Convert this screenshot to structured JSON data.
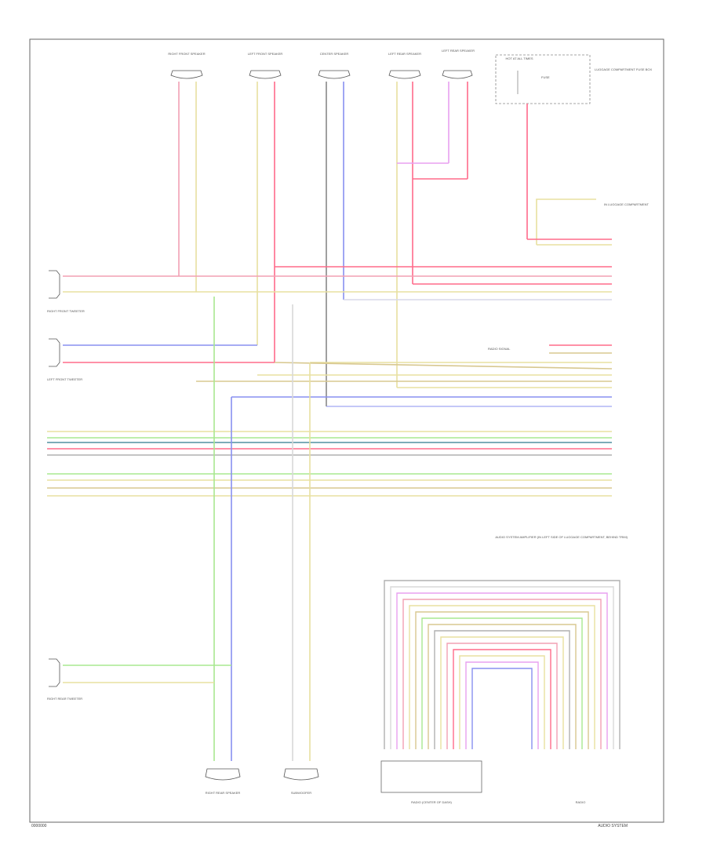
{
  "colors": {
    "pink": "#f2a0b4",
    "red": "#ff6b8a",
    "yellow": "#e8e0a0",
    "tan": "#d8c890",
    "blue": "#8890f0",
    "gray": "#b0b0b0",
    "green": "#a8e890",
    "violet": "#e8a0f0",
    "dark": "#404040"
  },
  "speakers_top": [
    {
      "label": "RIGHT FRONT SPEAKER"
    },
    {
      "label": "LEFT FRONT SPEAKER"
    },
    {
      "label": "CENTER SPEAKER"
    },
    {
      "label": "LEFT REAR SPEAKER"
    },
    {
      "label": "LEFT REAR SPEAKER"
    }
  ],
  "fuse_box": {
    "title": "HOT AT ALL TIMES",
    "fuse": "FUSE",
    "note": "LUGGAGE COMPARTMENT FUSE BOX"
  },
  "ground_note": "IN LUGGAGE COMPARTMENT",
  "tweeters": [
    {
      "label": "RIGHT FRONT TWEETER"
    },
    {
      "label": "LEFT FRONT TWEETER"
    },
    {
      "label": "RIGHT REAR TWEETER"
    }
  ],
  "radio_signal": "RADIO SIGNAL",
  "amp_label": "AUDIO SYSTEM AMPLIFIER (IN LEFT SIDE OF LUGGAGE COMPARTMENT, BEHIND TRIM)",
  "bottom_components": [
    {
      "label": "RIGHT REAR SPEAKER"
    },
    {
      "label": "SUBWOOFER"
    },
    {
      "label": "RADIO (CENTER OF DASH)"
    },
    {
      "label": "RADIO"
    }
  ],
  "footer_code": "0000000",
  "footer_right": "AUDIO SYSTEM"
}
